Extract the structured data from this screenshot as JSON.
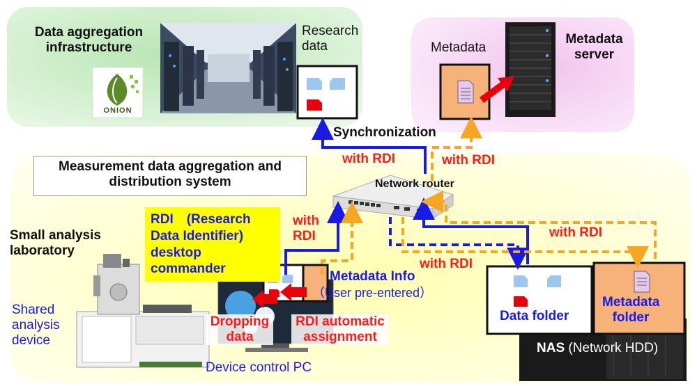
{
  "labels": {
    "infra_title": "Data aggregation\ninfrastructure",
    "onion_logo": "ONION",
    "research_data": "Research\ndata",
    "metadata": "Metadata",
    "metadata_server": "Metadata\nserver",
    "synchronization": "Synchronization",
    "with_rdi_left": "with RDI",
    "with_rdi_right": "with RDI",
    "system_title": "Measurement data aggregation and\ndistribution system",
    "network_router": "Network router",
    "rdi_commander": "RDI　(Research\nData Identifier)\ndesktop\ncommander",
    "with_rdi_pc": "with\nRDI",
    "with_rdi_nas_top": "with RDI",
    "with_rdi_nas_mid": "with RDI",
    "small_lab": "Small analysis\nlaboratory",
    "shared_device": "Shared\nanalysis\ndevice",
    "metadata_info": "Metadata Info",
    "user_pre_entered": "（User pre-entered）",
    "dropping_data": "Dropping\ndata",
    "rdi_auto": "RDI automatic\nassignment",
    "device_pc": "Device control PC",
    "data_folder": "Data folder",
    "metadata_folder": "Metadata\nfolder",
    "nas_bold": "NAS",
    "nas_rest": " (Network HDD)"
  },
  "colors": {
    "green_zone": "#cfeecb",
    "pink_zone": "#f6d2f2",
    "yellow_zone": "#ffffcc",
    "blue_arrow": "#1a1ae6",
    "orange_arrow": "#f5a623",
    "metadata_fill": "#f7b27a",
    "red_text": "#ff1a1a",
    "blue_text": "#1a1ae6"
  }
}
